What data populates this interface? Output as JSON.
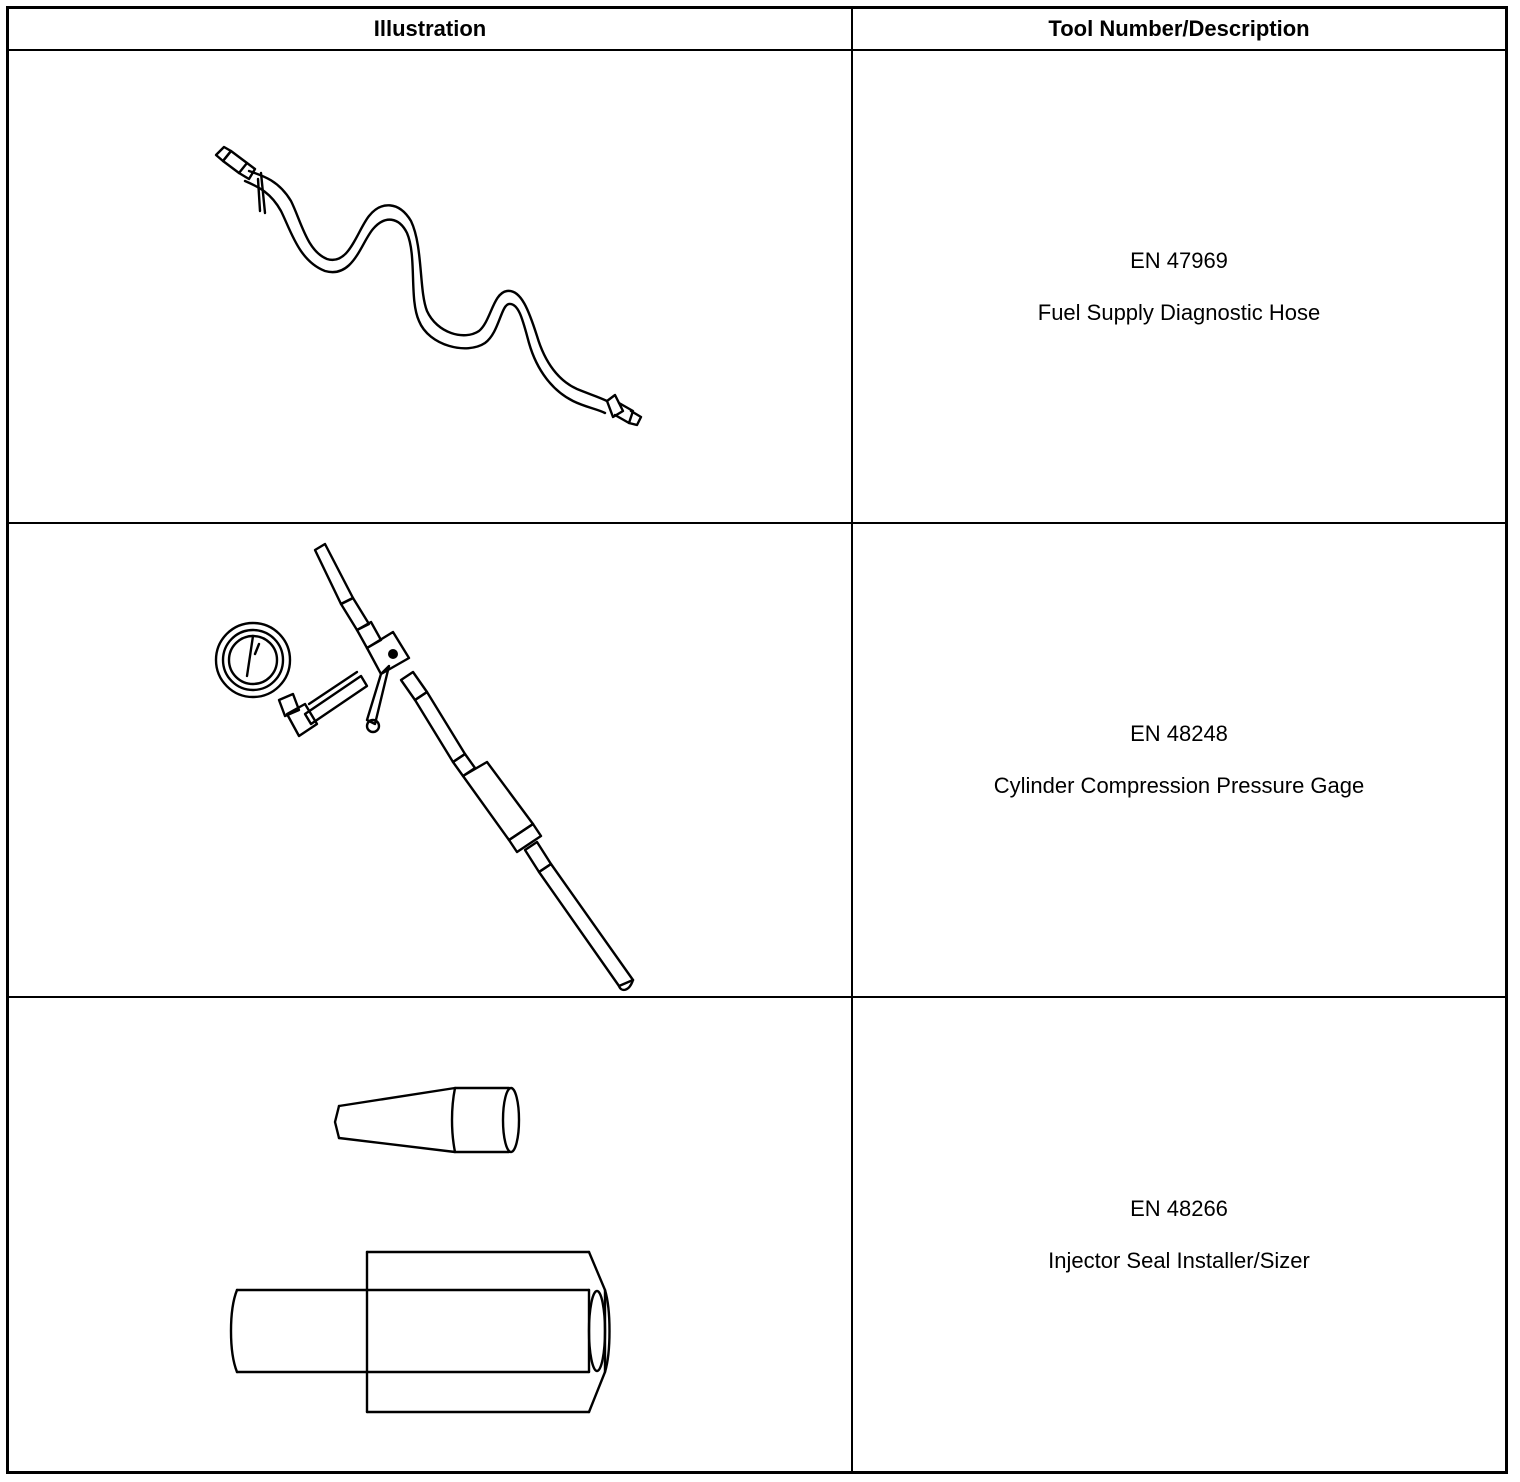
{
  "table": {
    "headers": {
      "illustration": "Illustration",
      "tool": "Tool Number/Description"
    },
    "rows": [
      {
        "tool_number": "EN 47969",
        "description": "Fuel Supply Diagnostic Hose",
        "illustration_icon": "fuel-supply-diagnostic-hose-icon"
      },
      {
        "tool_number": "EN 48248",
        "description": "Cylinder Compression Pressure Gage",
        "illustration_icon": "cylinder-compression-pressure-gage-icon"
      },
      {
        "tool_number": "EN 48266",
        "description": "Injector Seal Installer/Sizer",
        "illustration_icon": "injector-seal-installer-sizer-icon"
      }
    ]
  }
}
